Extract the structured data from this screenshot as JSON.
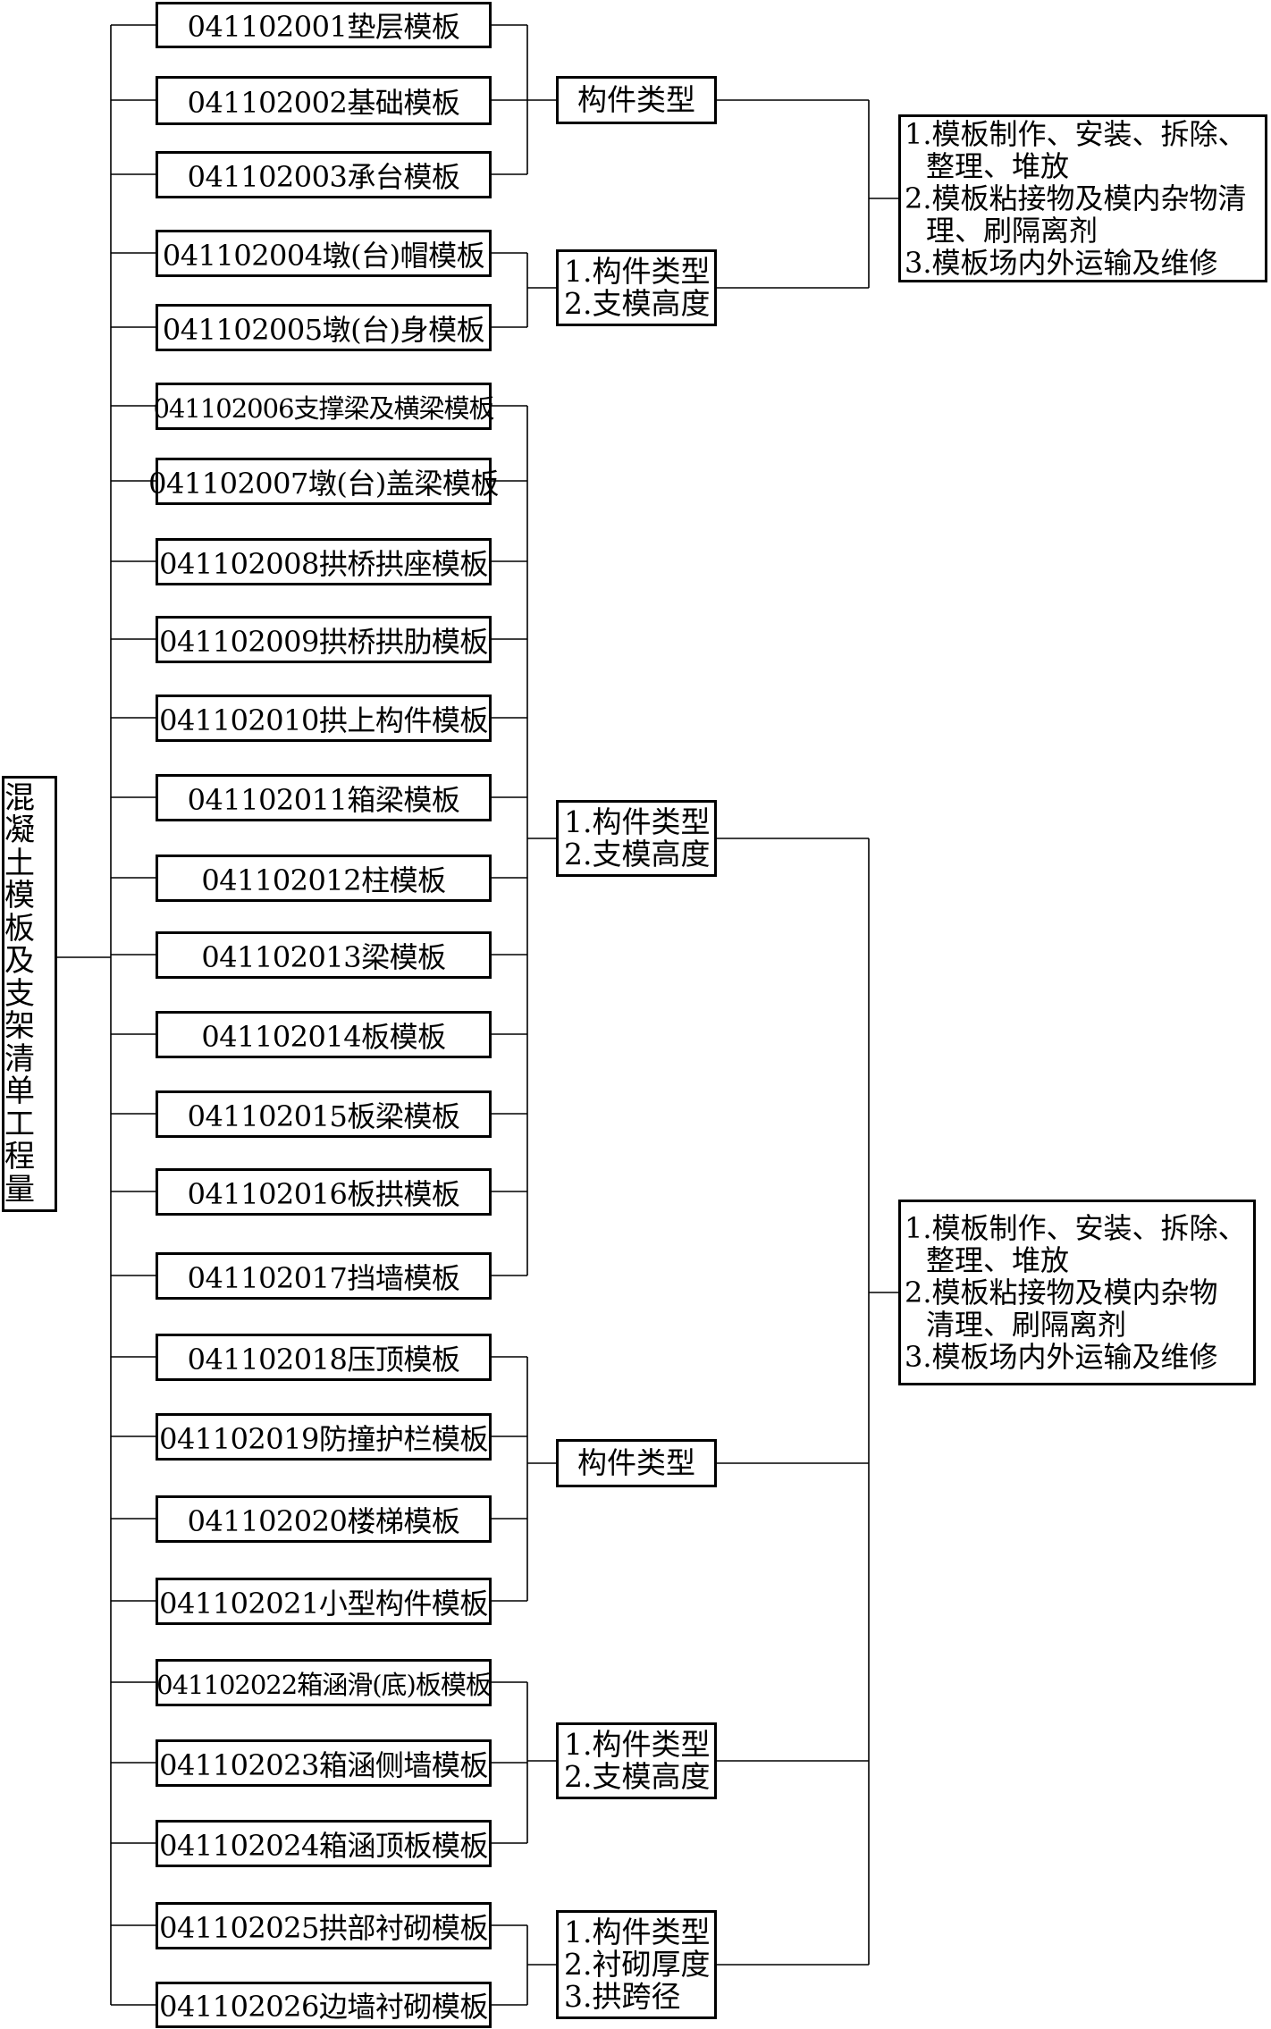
{
  "root": {
    "title": "混凝土模板及支架清单工程量"
  },
  "items": [
    "041102001垫层模板",
    "041102002基础模板",
    "041102003承台模板",
    "041102004墩(台)帽模板",
    "041102005墩(台)身模板",
    "041102006支撑梁及横梁模板",
    "041102007墩(台)盖梁模板",
    "041102008拱桥拱座模板",
    "041102009拱桥拱肋模板",
    "041102010拱上构件模板",
    "041102011箱梁模板",
    "041102012柱模板",
    "041102013梁模板",
    "041102014板模板",
    "041102015板梁模板",
    "041102016板拱模板",
    "041102017挡墙模板",
    "041102018压顶模板",
    "041102019防撞护栏模板",
    "041102020楼梯模板",
    "041102021小型构件模板",
    "041102022箱涵滑(底)板模板",
    "041102023箱涵侧墙模板",
    "041102024箱涵顶板模板",
    "041102025拱部衬砌模板",
    "041102026边墙衬砌模板"
  ],
  "features": [
    {
      "lines": [
        "构件类型"
      ]
    },
    {
      "lines": [
        "1.构件类型",
        "2.支模高度"
      ]
    },
    {
      "lines": [
        "1.构件类型",
        "2.支模高度"
      ]
    },
    {
      "lines": [
        "构件类型"
      ]
    },
    {
      "lines": [
        "1.构件类型",
        "2.支模高度"
      ]
    },
    {
      "lines": [
        "1.构件类型",
        "2.衬砌厚度",
        "3.拱跨径"
      ]
    }
  ],
  "work_contents": [
    {
      "lines": [
        "1.模板制作、安装、拆除、",
        "整理、堆放",
        "2.模板粘接物及模内杂物清",
        "理、刷隔离剂",
        "3.模板场内外运输及维修"
      ]
    },
    {
      "lines": [
        "1.模板制作、安装、拆除、",
        "整理、堆放",
        "2.模板粘接物及模内杂物",
        "清理、刷隔离剂",
        "3.模板场内外运输及维修"
      ]
    }
  ]
}
